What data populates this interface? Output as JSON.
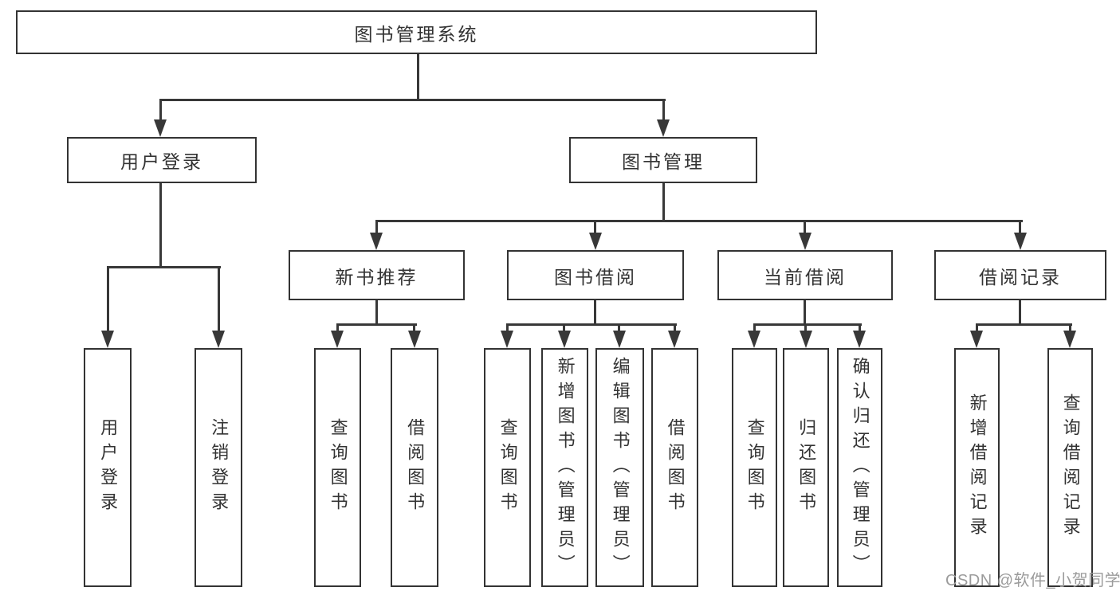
{
  "colors": {
    "line": "#383838",
    "text": "#333333",
    "border": "#333333",
    "watermark": "#9b9b9b",
    "bg": "#ffffff"
  },
  "watermark": "CSDN @软件_小贺同学",
  "tree": {
    "root": "图书管理系统",
    "branches": [
      {
        "label": "用户登录",
        "children": [
          "用户登录",
          "注销登录"
        ]
      },
      {
        "label": "图书管理",
        "children": [
          {
            "label": "新书推荐",
            "children": [
              "查询图书",
              "借阅图书"
            ]
          },
          {
            "label": "图书借阅",
            "children": [
              "查询图书",
              "新增图书（管理员）",
              "编辑图书（管理员）",
              "借阅图书"
            ]
          },
          {
            "label": "当前借阅",
            "children": [
              "查询图书",
              "归还图书",
              "确认归还（管理员）"
            ]
          },
          {
            "label": "借阅记录",
            "children": [
              "新增借阅记录",
              "查询借阅记录"
            ]
          }
        ]
      }
    ]
  }
}
